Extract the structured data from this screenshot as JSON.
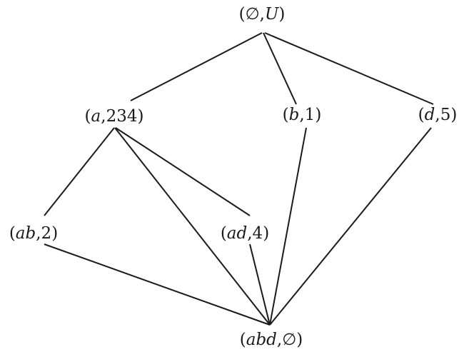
{
  "diagram": {
    "nodes": [
      {
        "id": "top",
        "left": "∅",
        "right": "U",
        "right_italic": true
      },
      {
        "id": "a",
        "left": "a",
        "right": "234",
        "right_italic": false
      },
      {
        "id": "b",
        "left": "b",
        "right": "1",
        "right_italic": false
      },
      {
        "id": "d",
        "left": "d",
        "right": "5",
        "right_italic": false
      },
      {
        "id": "ab",
        "left": "ab",
        "right": "2",
        "right_italic": false
      },
      {
        "id": "ad",
        "left": "ad",
        "right": "4",
        "right_italic": false
      },
      {
        "id": "bottom",
        "left": "abd",
        "right": "∅",
        "right_italic": false
      }
    ],
    "edges": [
      [
        "top",
        "a"
      ],
      [
        "top",
        "b"
      ],
      [
        "top",
        "d"
      ],
      [
        "a",
        "ab"
      ],
      [
        "a",
        "ad"
      ],
      [
        "a",
        "bottom"
      ],
      [
        "b",
        "bottom"
      ],
      [
        "d",
        "bottom"
      ],
      [
        "ab",
        "bottom"
      ],
      [
        "ad",
        "bottom"
      ]
    ],
    "punct": {
      "open": "(",
      "sep": ",",
      "close": ")"
    }
  }
}
